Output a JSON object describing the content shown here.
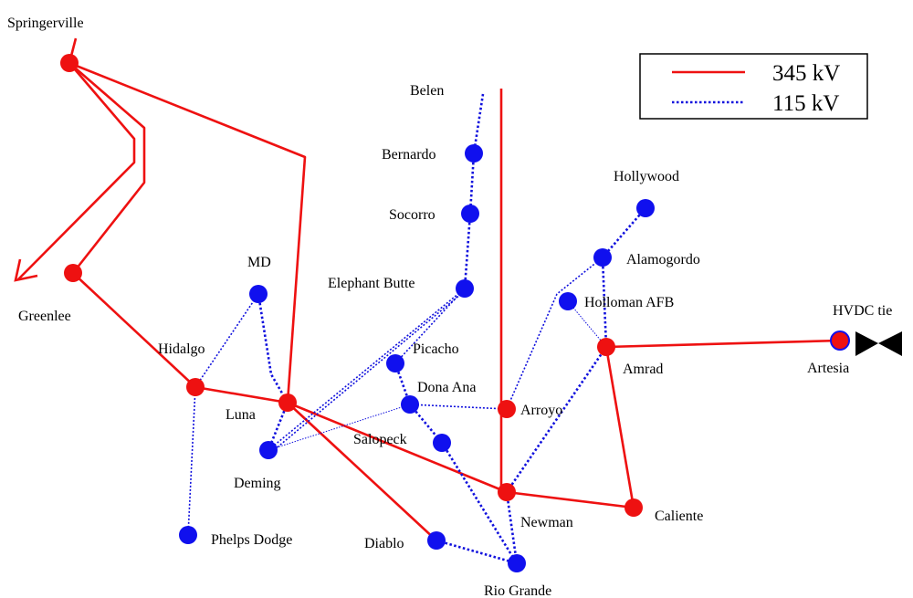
{
  "colors": {
    "line_345": "#ee1111",
    "line_115": "#1010dd",
    "node_345": "#ee1111",
    "node_115": "#1010ee"
  },
  "legend": {
    "label_345": "345 kV",
    "label_115": "115 kV"
  },
  "nodes": {
    "springerville": "Springerville",
    "greenlee": "Greenlee",
    "hidalgo": "Hidalgo",
    "luna": "Luna",
    "md": "MD",
    "deming": "Deming",
    "phelps": "Phelps Dodge",
    "belen": "Belen",
    "bernardo": "Bernardo",
    "socorro": "Socorro",
    "elephant": "Elephant Butte",
    "picacho": "Picacho",
    "donaana": "Dona Ana",
    "salopeck": "Salopeck",
    "arroyo": "Arroyo",
    "diablo": "Diablo",
    "riogrande": "Rio Grande",
    "newman": "Newman",
    "caliente": "Caliente",
    "hollywood": "Hollywood",
    "alamogordo": "Alamogordo",
    "holloman": "Holloman AFB",
    "amrad": "Amrad",
    "hvdc": "HVDC tie",
    "artesia": "Artesia"
  }
}
